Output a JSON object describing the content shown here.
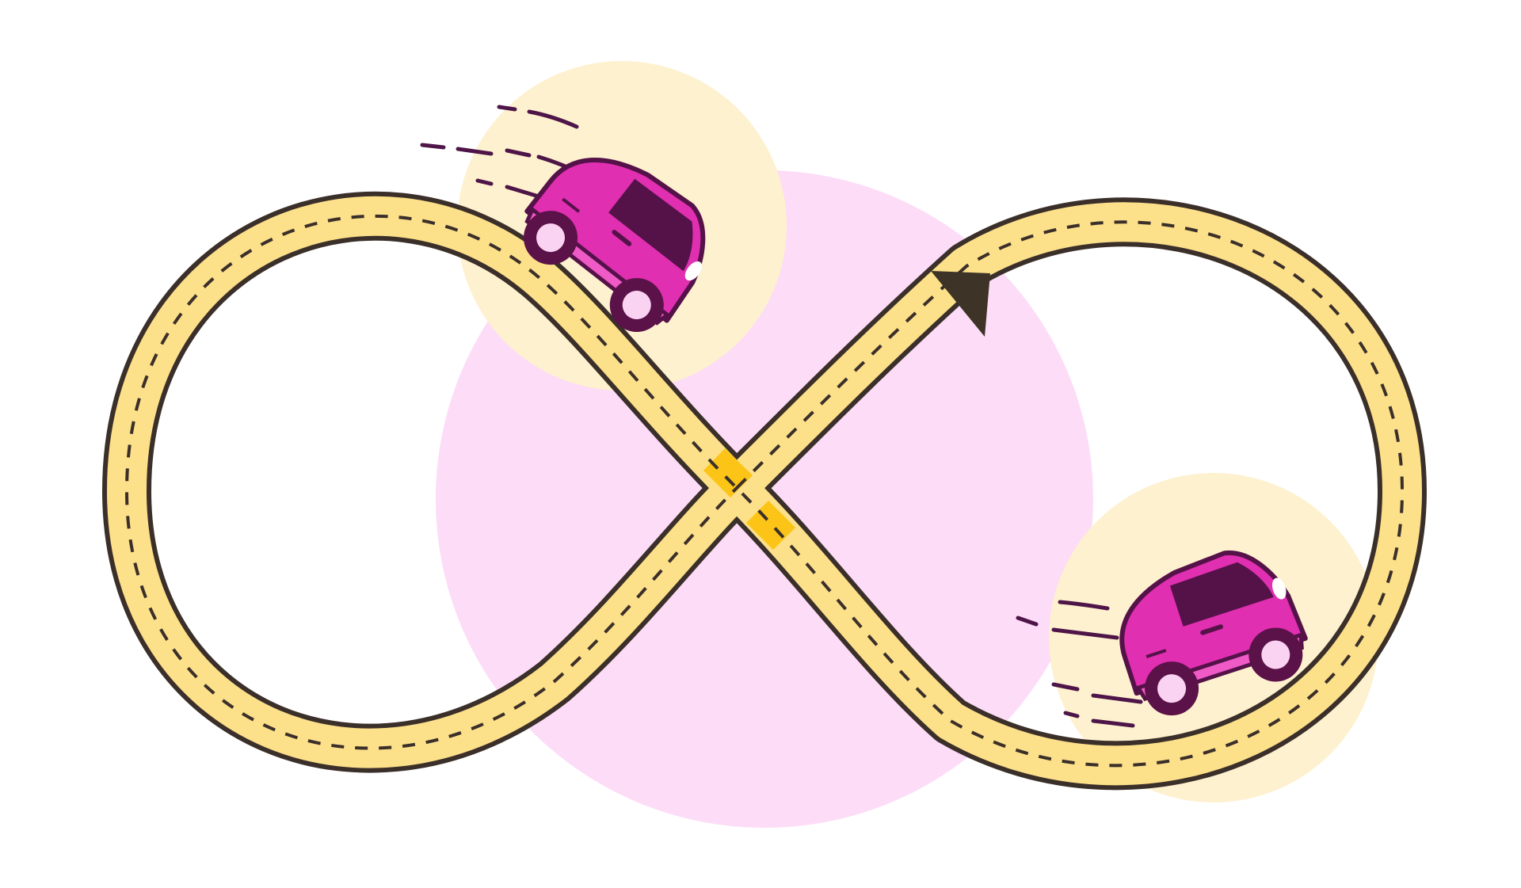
{
  "illustration": {
    "subject": "infinity-road-loop",
    "icons": [
      "infinity-road",
      "direction-arrow",
      "car-top-left",
      "car-bottom-right",
      "speed-lines"
    ]
  },
  "colors": {
    "background": "#ffffff",
    "pink_circle": "#fddcf7",
    "cream_circle": "#fef1cf",
    "road_fill": "#fde08a",
    "road_outline": "#3b2f2a",
    "crossing_highlight": "#fbc417",
    "car_body": "#e02fb0",
    "car_body_light": "#f05ac6",
    "car_window": "#551249",
    "car_wheel": "#5b1248",
    "car_hub": "#fbd3f2",
    "arrow_head": "#3d3326",
    "speed_lines": "#4e1548"
  }
}
